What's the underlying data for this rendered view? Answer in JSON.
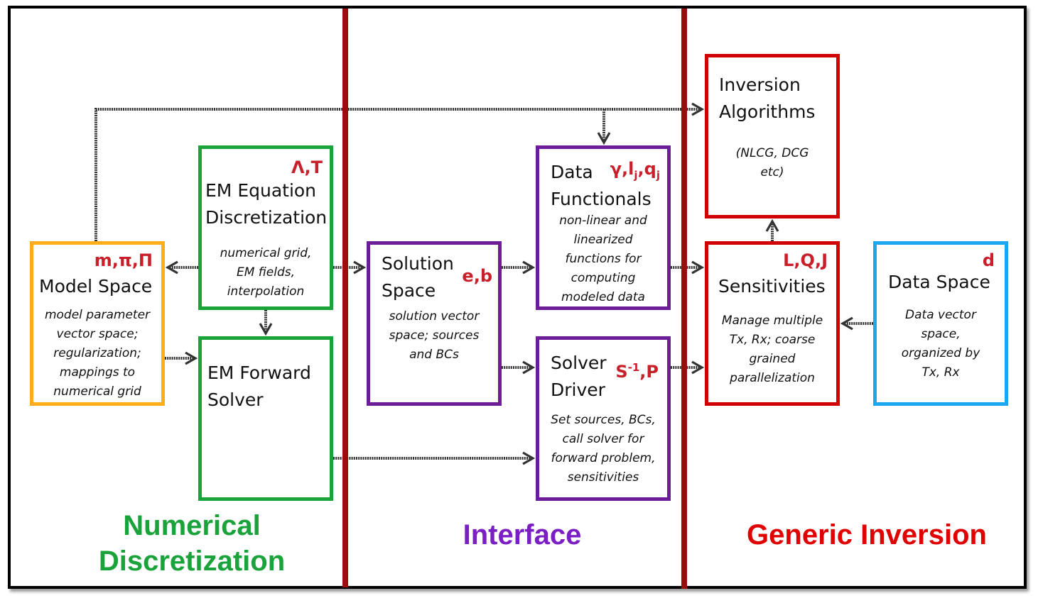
{
  "sections": {
    "numerical": "Numerical\nDiscretization",
    "interface": "Interface",
    "inversion": "Generic Inversion"
  },
  "colors": {
    "green": "#1aa33a",
    "orange": "#ffae1a",
    "purple": "#6e1d99",
    "red": "#d00000",
    "blue": "#1aa7ef",
    "divider": "#9b0d0d",
    "symbol": "#c8202a"
  },
  "boxes": {
    "model_space": {
      "title": "Model Space",
      "symbol": "m,π,Π",
      "desc": "model parameter\nvector space;\nregularization;\nmappings to\nnumerical grid"
    },
    "em_equation": {
      "title": "EM Equation\nDiscretization",
      "symbol": "Λ,T",
      "desc": "numerical grid,\nEM fields,\ninterpolation"
    },
    "em_forward": {
      "title": "EM Forward\nSolver"
    },
    "solution_space": {
      "title": "Solution\nSpace",
      "symbol": "e,b",
      "desc": "solution vector\nspace; sources\nand BCs"
    },
    "data_functionals": {
      "title": "Data\nFunctionals",
      "symbol_main": "γ,l",
      "symbol_sub1": "j",
      "symbol_mid": ",q",
      "symbol_sub2": "j",
      "desc": "non-linear and\nlinearized\nfunctions for\ncomputing\nmodeled data"
    },
    "solver_driver": {
      "title": "Solver\nDriver",
      "symbol_main": "S",
      "symbol_sup": "-1",
      "symbol_end": ",P",
      "desc": "Set sources, BCs,\ncall solver for\nforward problem,\nsensitivities"
    },
    "inversion_algorithms": {
      "title": "Inversion\nAlgorithms",
      "desc": "(NLCG, DCG\netc)"
    },
    "sensitivities": {
      "title": "Sensitivities",
      "symbol": "L,Q,J",
      "desc": "Manage multiple\nTx, Rx; coarse\ngrained\nparallelization"
    },
    "data_space": {
      "title": "Data Space",
      "symbol": "d",
      "desc": "Data vector\nspace,\norganized by\nTx, Rx"
    }
  }
}
